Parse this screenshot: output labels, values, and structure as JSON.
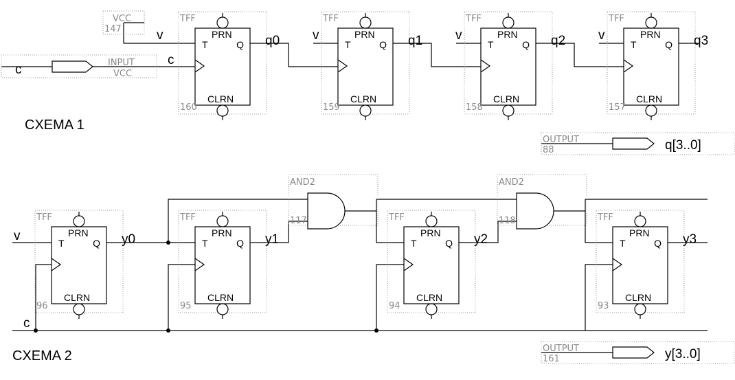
{
  "labels": {
    "tff": "TFF",
    "prn": "PRN",
    "clrn": "CLRN",
    "t": "T",
    "q": "Q",
    "and2": "AND2",
    "vcc": "VCC",
    "input": "INPUT",
    "output": "OUTPUT"
  },
  "schema1": {
    "title": "CXEMA 1",
    "vcc_id": "147",
    "input_pin_name": "c",
    "input_net": "c",
    "v_net": "v",
    "flipflops": [
      {
        "id": "160",
        "t_in": "v",
        "q_out": "q0"
      },
      {
        "id": "159",
        "t_in": "v",
        "q_out": "q1"
      },
      {
        "id": "158",
        "t_in": "v",
        "q_out": "q2"
      },
      {
        "id": "157",
        "t_in": "v",
        "q_out": "q3"
      }
    ],
    "output_id": "88",
    "output_name": "q[3..0]"
  },
  "schema2": {
    "title": "CXEMA 2",
    "v_net": "v",
    "c_net": "c",
    "flipflops": [
      {
        "id": "96",
        "q_out": "y0"
      },
      {
        "id": "95",
        "q_out": "y1"
      },
      {
        "id": "94",
        "q_out": "y2"
      },
      {
        "id": "93",
        "q_out": "y3"
      }
    ],
    "gates": [
      {
        "id": "117"
      },
      {
        "id": "118"
      }
    ],
    "output_id": "161",
    "output_name": "y[3..0]"
  }
}
